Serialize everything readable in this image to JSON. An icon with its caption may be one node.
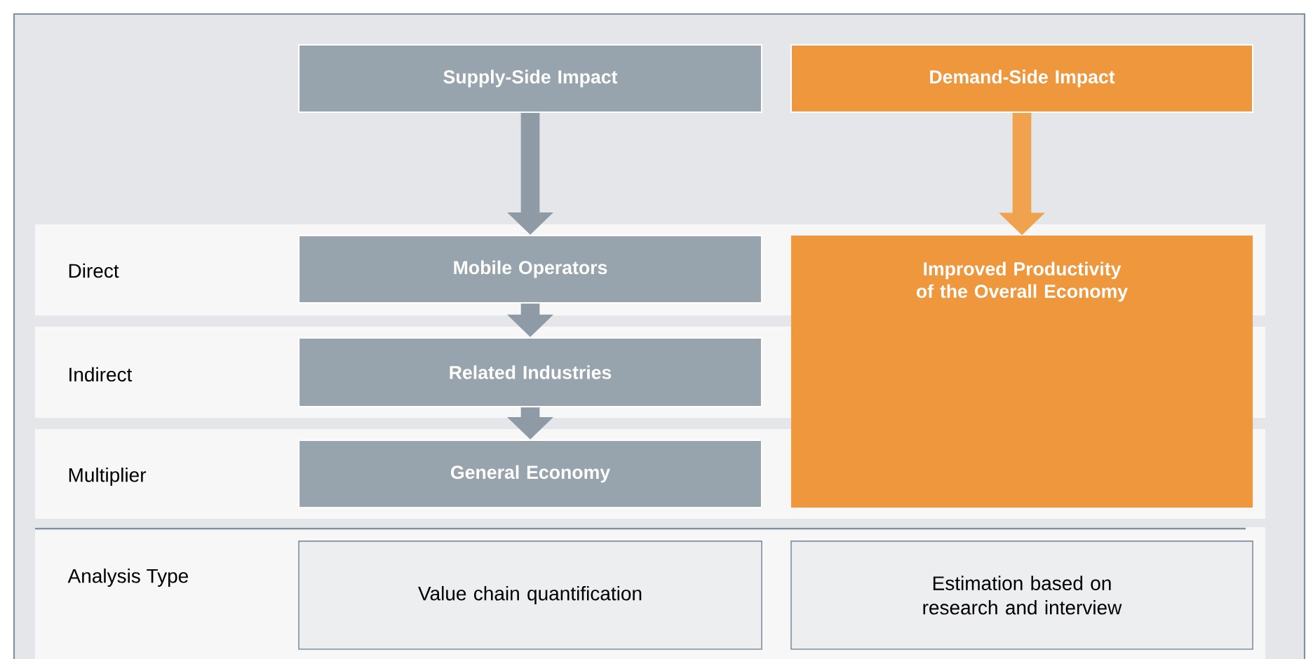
{
  "diagram": {
    "nodes": [
      {
        "text": [
          "Supply-Side Impact"
        ]
      },
      {
        "text": [
          "Demand-Side Impact"
        ]
      },
      {
        "text": [
          "Mobile Operators"
        ]
      },
      {
        "text": [
          "Related Industries"
        ]
      },
      {
        "text": [
          "General Economy"
        ]
      },
      {
        "text": [
          "Improved Productivity of the Overall Economy"
        ]
      },
      {
        "text": [
          "Value chain quantification"
        ]
      },
      {
        "text": [
          "Estimation based on research and interview"
        ]
      }
    ],
    "edges": [
      {
        "from": 0,
        "to": 2,
        "arrow": "to"
      },
      {
        "from": 2,
        "to": 3,
        "arrow": "to"
      },
      {
        "from": 3,
        "to": 4,
        "arrow": "to"
      },
      {
        "from": 1,
        "to": 5,
        "arrow": "to",
        "color": "#f0a24e"
      }
    ],
    "labels": [
      "Direct",
      "Indirect",
      "Multiplier",
      "Analysis Type"
    ]
  }
}
